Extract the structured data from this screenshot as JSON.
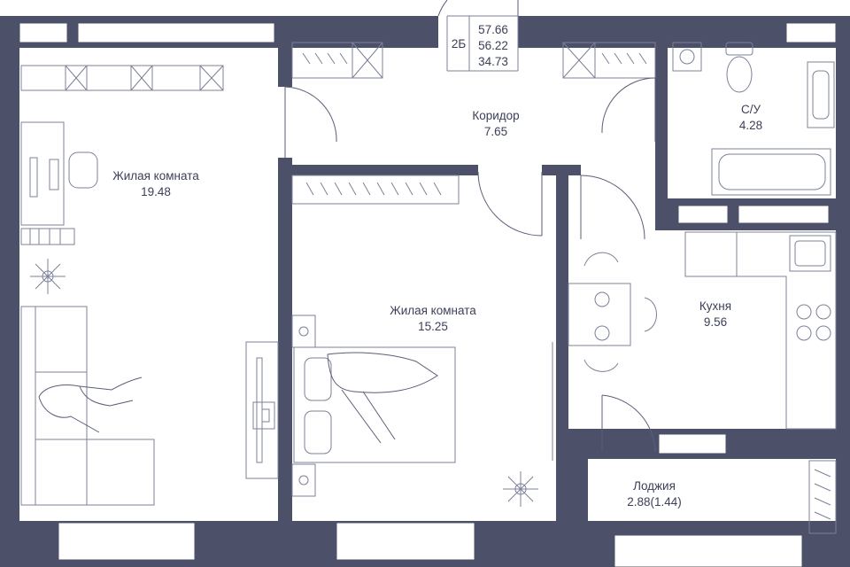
{
  "plan": {
    "code": "2Б",
    "areas": [
      "57.66",
      "56.22",
      "34.73"
    ],
    "rooms": [
      {
        "id": "living-room-1",
        "name": "Жилая комната",
        "area": "19.48"
      },
      {
        "id": "corridor",
        "name": "Коридор",
        "area": "7.65"
      },
      {
        "id": "bathroom",
        "name": "С/У",
        "area": "4.28"
      },
      {
        "id": "living-room-2",
        "name": "Жилая комната",
        "area": "15.25"
      },
      {
        "id": "kitchen",
        "name": "Кухня",
        "area": "9.56"
      },
      {
        "id": "loggia",
        "name": "Лоджия",
        "area": "2.88(1.44)"
      }
    ]
  },
  "colors": {
    "wall": "#4c5068",
    "line": "#7c8098",
    "text": "#3c4058",
    "background": "#ffffff"
  }
}
